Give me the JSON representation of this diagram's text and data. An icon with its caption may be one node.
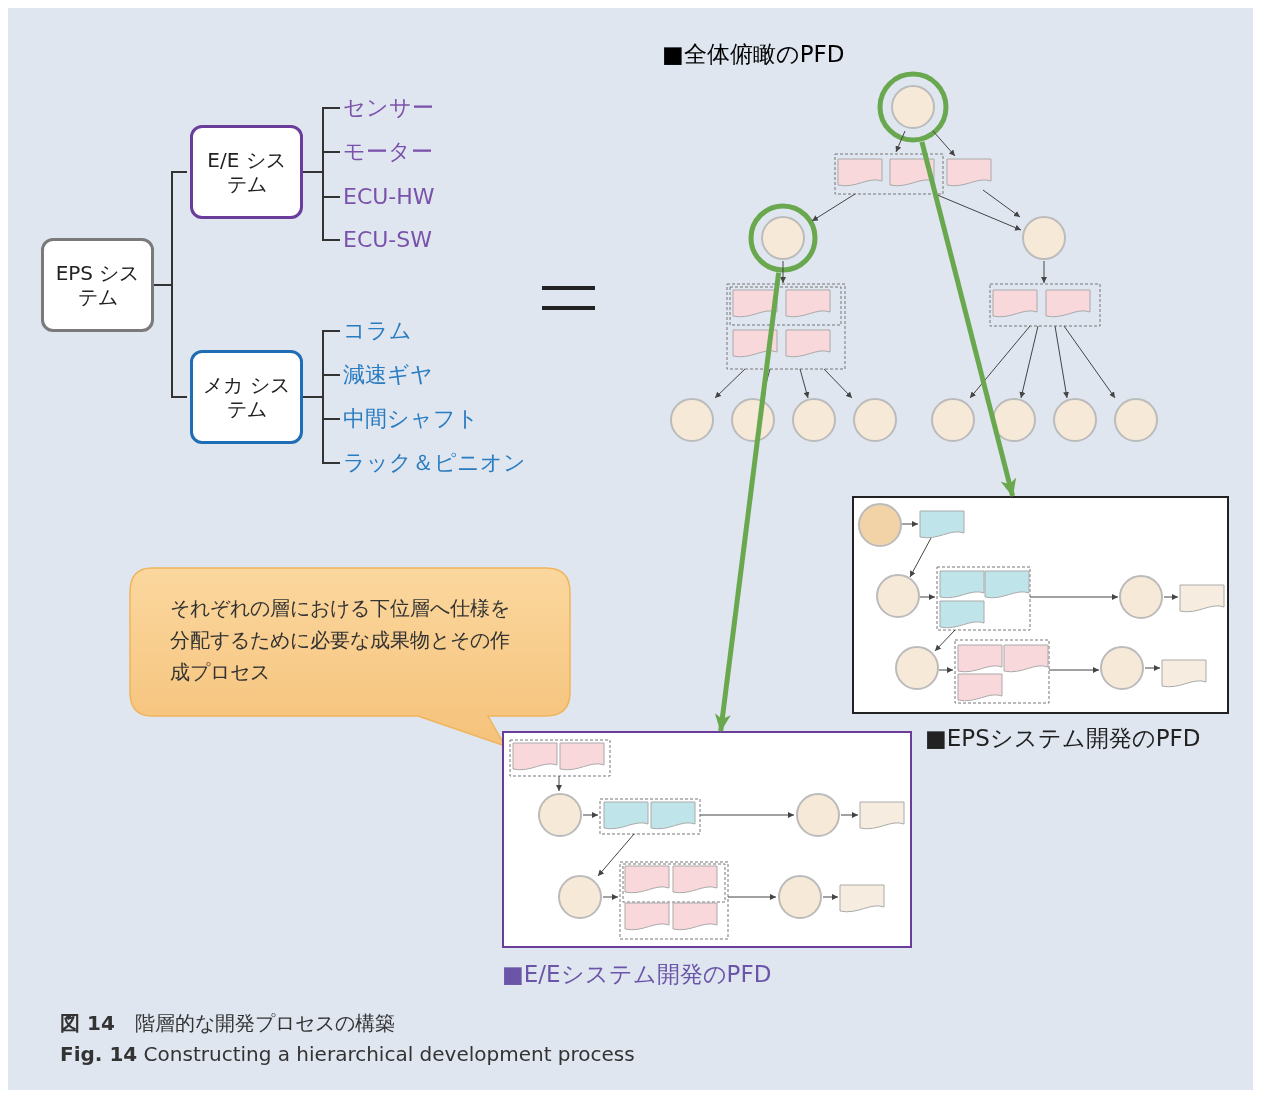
{
  "diagram": {
    "caption": "**図 14**　階層的な開発プロセスの構築",
    "nodes": [
      {
        "text": [
          "EPS システム"
        ]
      },
      {
        "text": [
          "E/E システム"
        ]
      },
      {
        "text": [
          "センサー"
        ]
      },
      {
        "text": [
          "モーター"
        ]
      },
      {
        "text": [
          "ECU-HW"
        ]
      },
      {
        "text": [
          "ECU-SW"
        ]
      },
      {
        "text": [
          "メカ システム"
        ]
      },
      {
        "text": [
          "コラム"
        ]
      },
      {
        "text": [
          "減速ギヤ"
        ]
      },
      {
        "text": [
          "中間シャフト"
        ]
      },
      {
        "text": [
          "ラック＆ピニオン"
        ]
      },
      {
        "text": [
          "それぞれの層における下位層へ仕様を分配するために必要な成果物とその作成プロセス"
        ]
      },
      {
        "text": [],
        "shape": "circle"
      },
      {
        "text": [],
        "shape": "circle"
      },
      {
        "text": [
          "■EPSシステム開発のPFD"
        ]
      },
      {
        "text": [
          "■E/Eシステム開発のPFD"
        ]
      }
    ],
    "edges": [
      {
        "from": 0,
        "to": 1,
        "arrow": "none"
      },
      {
        "from": 0,
        "to": 6,
        "arrow": "none"
      },
      {
        "from": 1,
        "to": 2,
        "arrow": "none"
      },
      {
        "from": 1,
        "to": 3,
        "arrow": "none"
      },
      {
        "from": 1,
        "to": 4,
        "arrow": "none"
      },
      {
        "from": 1,
        "to": 5,
        "arrow": "none"
      },
      {
        "from": 6,
        "to": 7,
        "arrow": "none"
      },
      {
        "from": 6,
        "to": 8,
        "arrow": "none"
      },
      {
        "from": 6,
        "to": 9,
        "arrow": "none"
      },
      {
        "from": 6,
        "to": 10,
        "arrow": "none"
      },
      {
        "from": 12,
        "to": 14,
        "arrow": "to",
        "style": "thick",
        "color": "#6aa84f"
      },
      {
        "from": 13,
        "to": 15,
        "arrow": "to",
        "style": "thick",
        "color": "#6aa84f"
      }
    ],
    "labels": [
      "■全体俯瞰のPFD",
      "**Fig. 14**  Constructing a hierarchical development process"
    ]
  }
}
